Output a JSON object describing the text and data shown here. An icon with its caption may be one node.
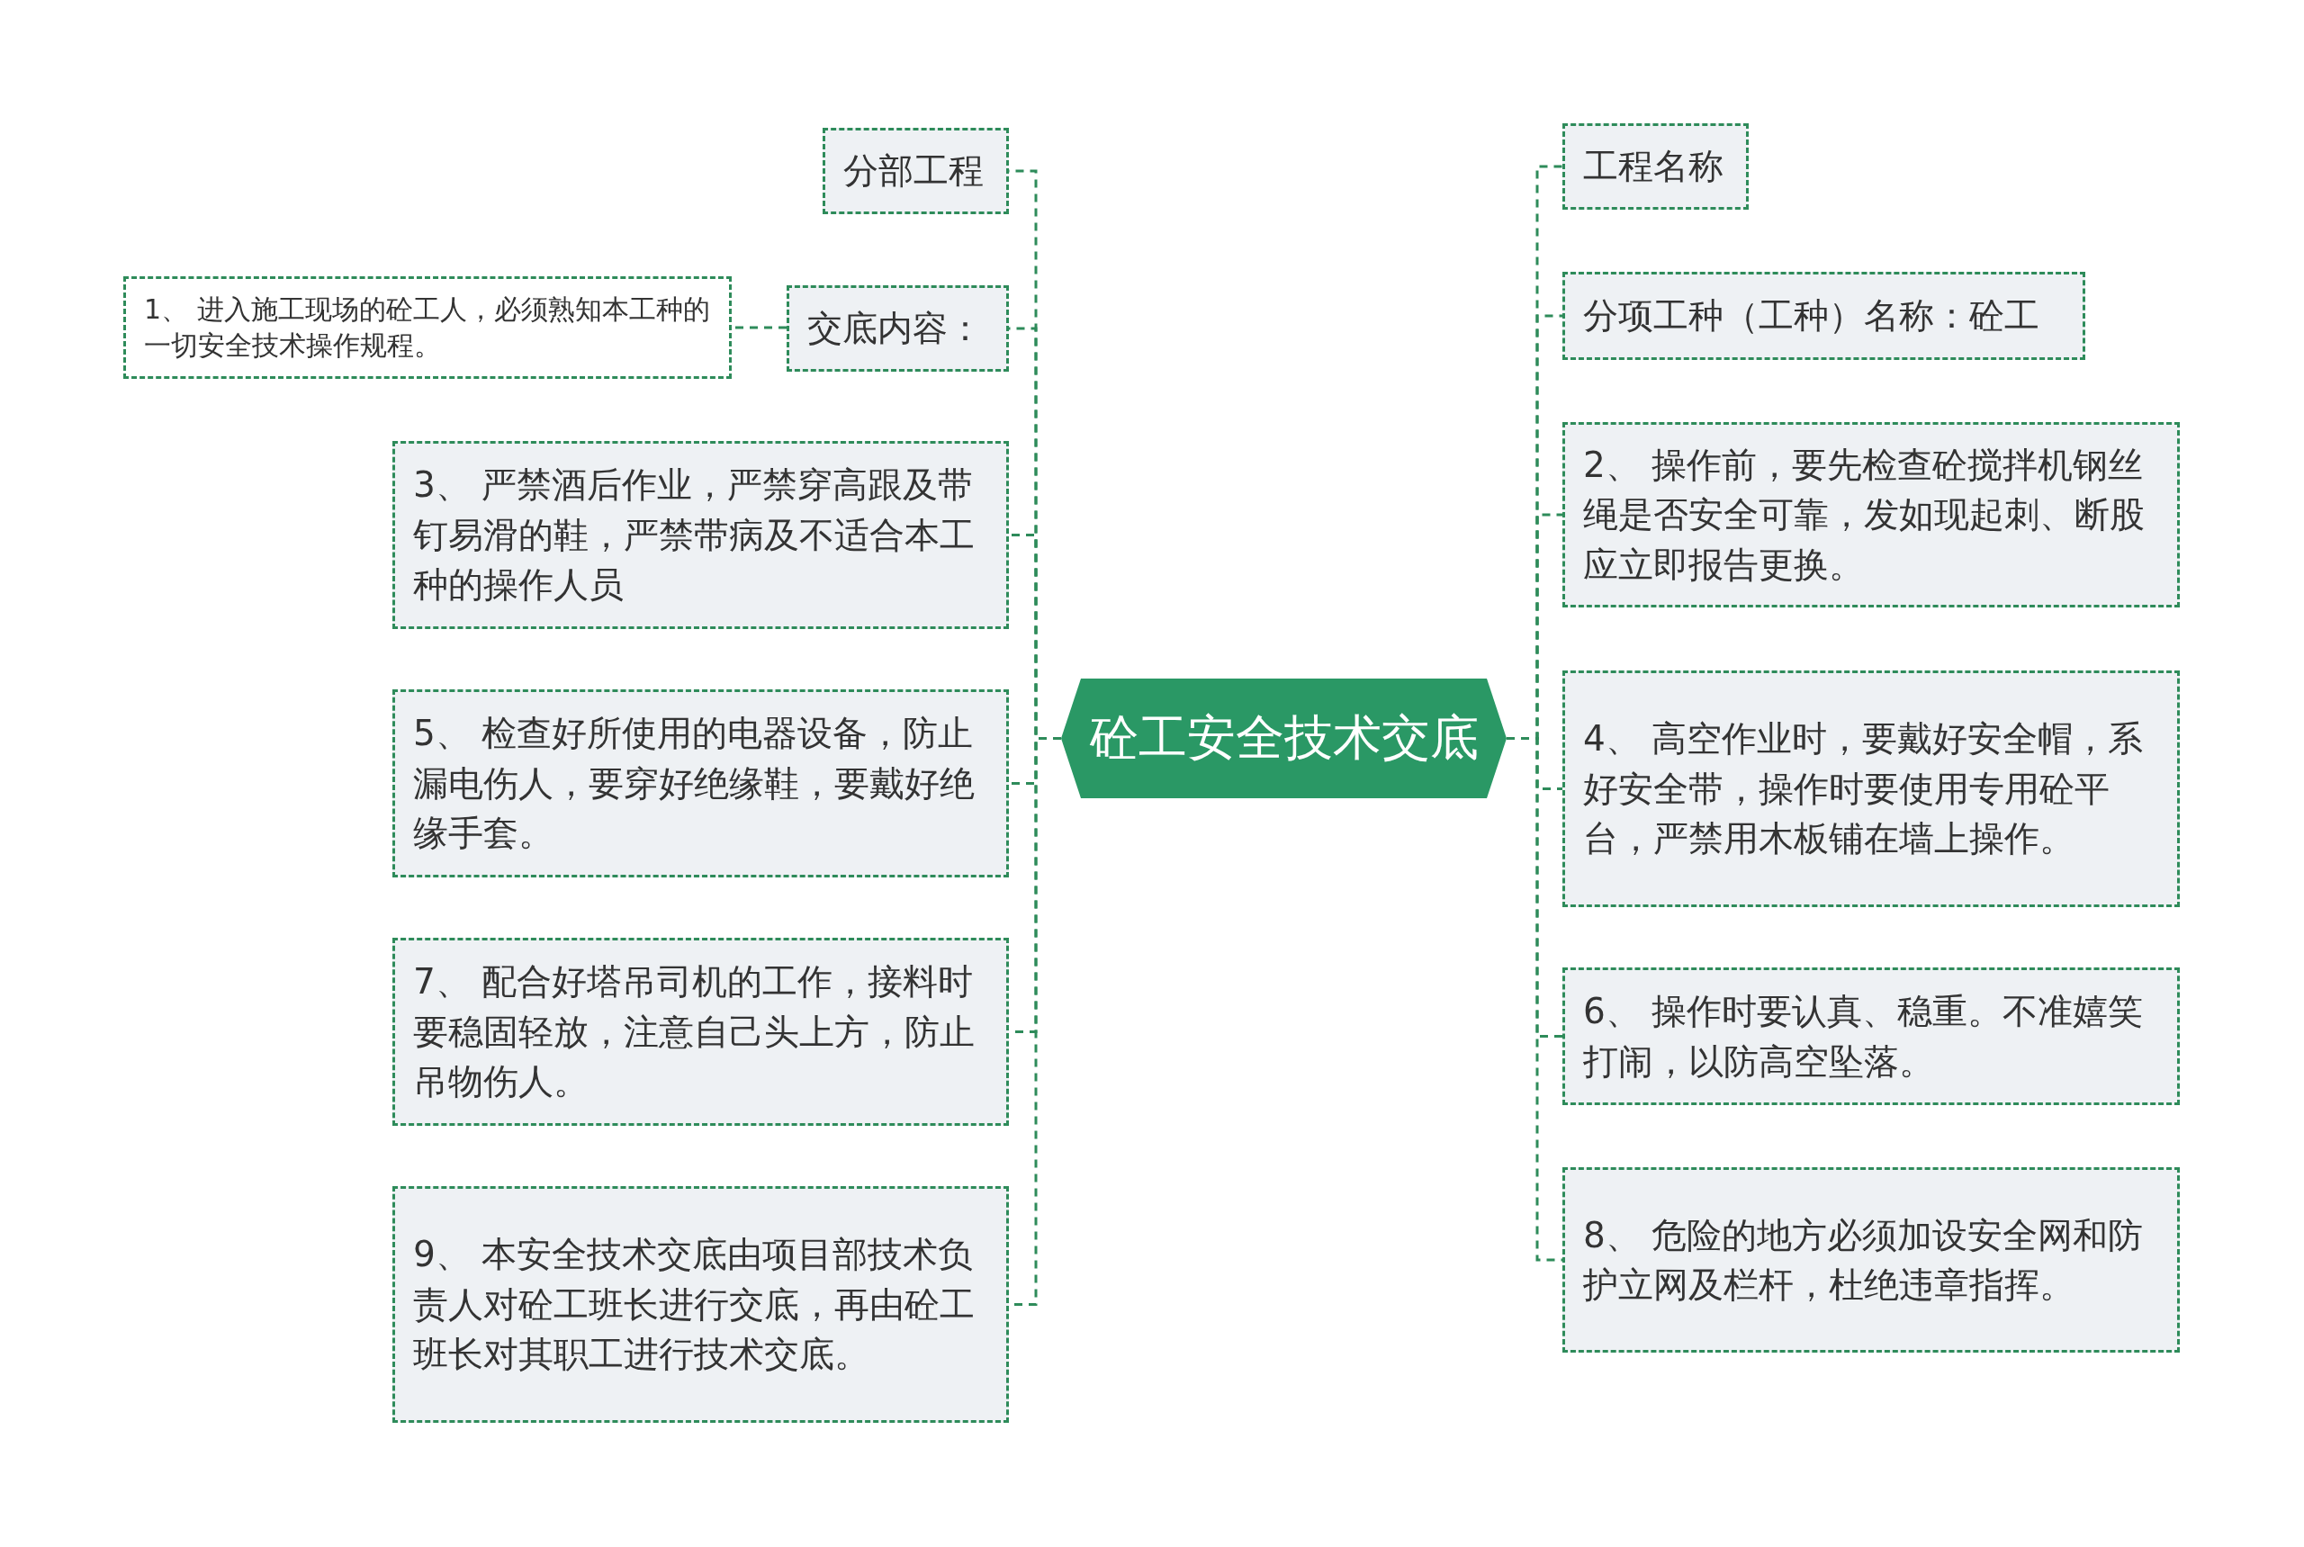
{
  "diagram": {
    "nodes": [
      {
        "text": [
          "砼工安全技术交底"
        ]
      },
      {
        "text": [
          "分部工程"
        ]
      },
      {
        "text": [
          "交底内容："
        ]
      },
      {
        "text": [
          "1、 进入施工现场的砼工人，必须熟知本工种的一切安全技术操作规程。"
        ]
      },
      {
        "text": [
          "3、 严禁酒后作业，严禁穿高跟及带钉易滑的鞋，严禁带病及不适合本工种的操作人员"
        ]
      },
      {
        "text": [
          "5、 检查好所使用的电器设备，防止漏电伤人，要穿好绝缘鞋，要戴好绝缘手套。"
        ]
      },
      {
        "text": [
          "7、 配合好塔吊司机的工作，接料时要稳固轻放，注意自己头上方，防止吊物伤人。"
        ]
      },
      {
        "text": [
          "9、 本安全技术交底由项目部技术负责人对砼工班长进行交底，再由砼工班长对其职工进行技术交底。"
        ]
      },
      {
        "text": [
          "工程名称"
        ]
      },
      {
        "text": [
          "分项工种（工种）名称：砼工"
        ]
      },
      {
        "text": [
          "2、 操作前，要先检查砼搅拌机钢丝绳是否安全可靠，发如现起刺、断股应立即报告更换。"
        ]
      },
      {
        "text": [
          "4、 高空作业时，要戴好安全帽，系好安全带，操作时要使用专用砼平台，严禁用木板铺在墙上操作。"
        ]
      },
      {
        "text": [
          "6、 操作时要认真、稳重。不准嬉笑打闹，以防高空坠落。"
        ]
      },
      {
        "text": [
          "8、 危险的地方必须加设安全网和防护立网及栏杆，杜绝违章指挥。"
        ]
      }
    ],
    "edges": [
      {
        "from": 0,
        "to": 1,
        "arrow": "none"
      },
      {
        "from": 0,
        "to": 2,
        "arrow": "none"
      },
      {
        "from": 2,
        "to": 3,
        "arrow": "none"
      },
      {
        "from": 0,
        "to": 4,
        "arrow": "none"
      },
      {
        "from": 0,
        "to": 5,
        "arrow": "none"
      },
      {
        "from": 0,
        "to": 6,
        "arrow": "none"
      },
      {
        "from": 0,
        "to": 7,
        "arrow": "none"
      },
      {
        "from": 0,
        "to": 8,
        "arrow": "none"
      },
      {
        "from": 0,
        "to": 9,
        "arrow": "none"
      },
      {
        "from": 0,
        "to": 10,
        "arrow": "none"
      },
      {
        "from": 0,
        "to": 11,
        "arrow": "none"
      },
      {
        "from": 0,
        "to": 12,
        "arrow": "none"
      },
      {
        "from": 0,
        "to": 13,
        "arrow": "none"
      }
    ]
  }
}
